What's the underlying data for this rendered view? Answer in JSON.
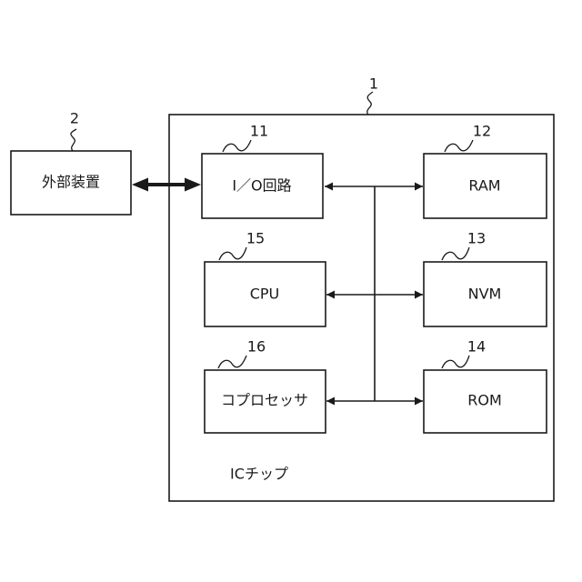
{
  "diagram": {
    "chip": {
      "ref": "1",
      "label": "ICチップ"
    },
    "external_device": {
      "ref": "2",
      "label": "外部装置"
    },
    "blocks": {
      "io": {
        "ref": "11",
        "label": "I／O回路"
      },
      "ram": {
        "ref": "12",
        "label": "RAM"
      },
      "nvm": {
        "ref": "13",
        "label": "NVM"
      },
      "rom": {
        "ref": "14",
        "label": "ROM"
      },
      "cpu": {
        "ref": "15",
        "label": "CPU"
      },
      "coprocessor": {
        "ref": "16",
        "label": "コプロセッサ"
      }
    }
  }
}
